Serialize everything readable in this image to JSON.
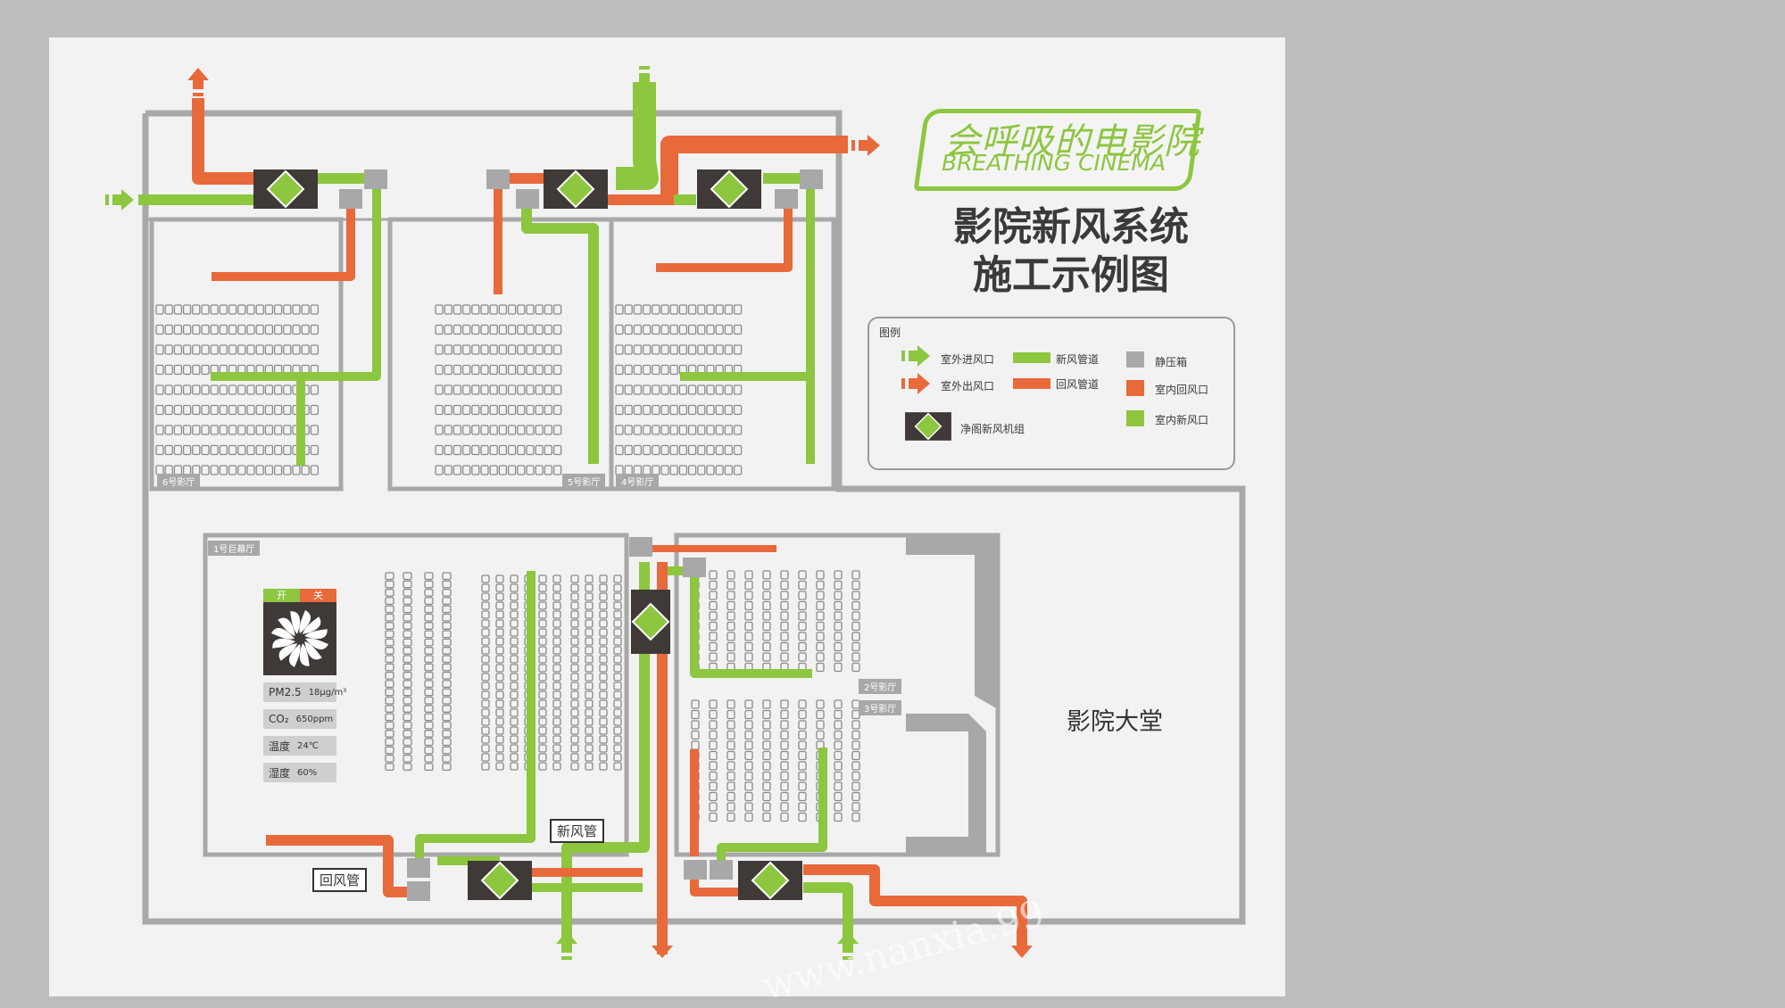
{
  "logo": {
    "cn": "会呼吸的电影院",
    "en": "BREATHING CINEMA"
  },
  "title": {
    "line1": "影院新风系统",
    "line2": "施工示例图"
  },
  "legend": {
    "heading": "图例",
    "outdoor_inlet": "室外进风口",
    "outdoor_outlet": "室外出风口",
    "fresh_duct": "新风管道",
    "return_duct": "回风管道",
    "static_box": "静压箱",
    "indoor_return": "室内回风口",
    "indoor_fresh": "室内新风口",
    "unit": "净阁新风机组"
  },
  "rooms": {
    "hall1": "1号巨幕厅",
    "hall2": "2号影厅",
    "hall3": "3号影厅",
    "hall4": "4号影厅",
    "hall5": "5号影厅",
    "hall6": "6号影厅",
    "lobby": "影院大堂"
  },
  "labels": {
    "fresh_pipe": "新风管",
    "return_pipe": "回风管"
  },
  "panel": {
    "on": "开",
    "off": "关",
    "pm25_label": "PM2.5",
    "pm25_value": "18μg/m³",
    "co2_label": "CO₂",
    "co2_value": "650ppm",
    "temp_label": "温度",
    "temp_value": "24℃",
    "hum_label": "湿度",
    "hum_value": "60%"
  },
  "watermark": "www.nanxia.99",
  "colors": {
    "fresh": "#8dc63f",
    "return": "#e8693a",
    "wall": "#a8a8a8",
    "unit": "#3f3a38",
    "bg": "#f2f2f2"
  }
}
